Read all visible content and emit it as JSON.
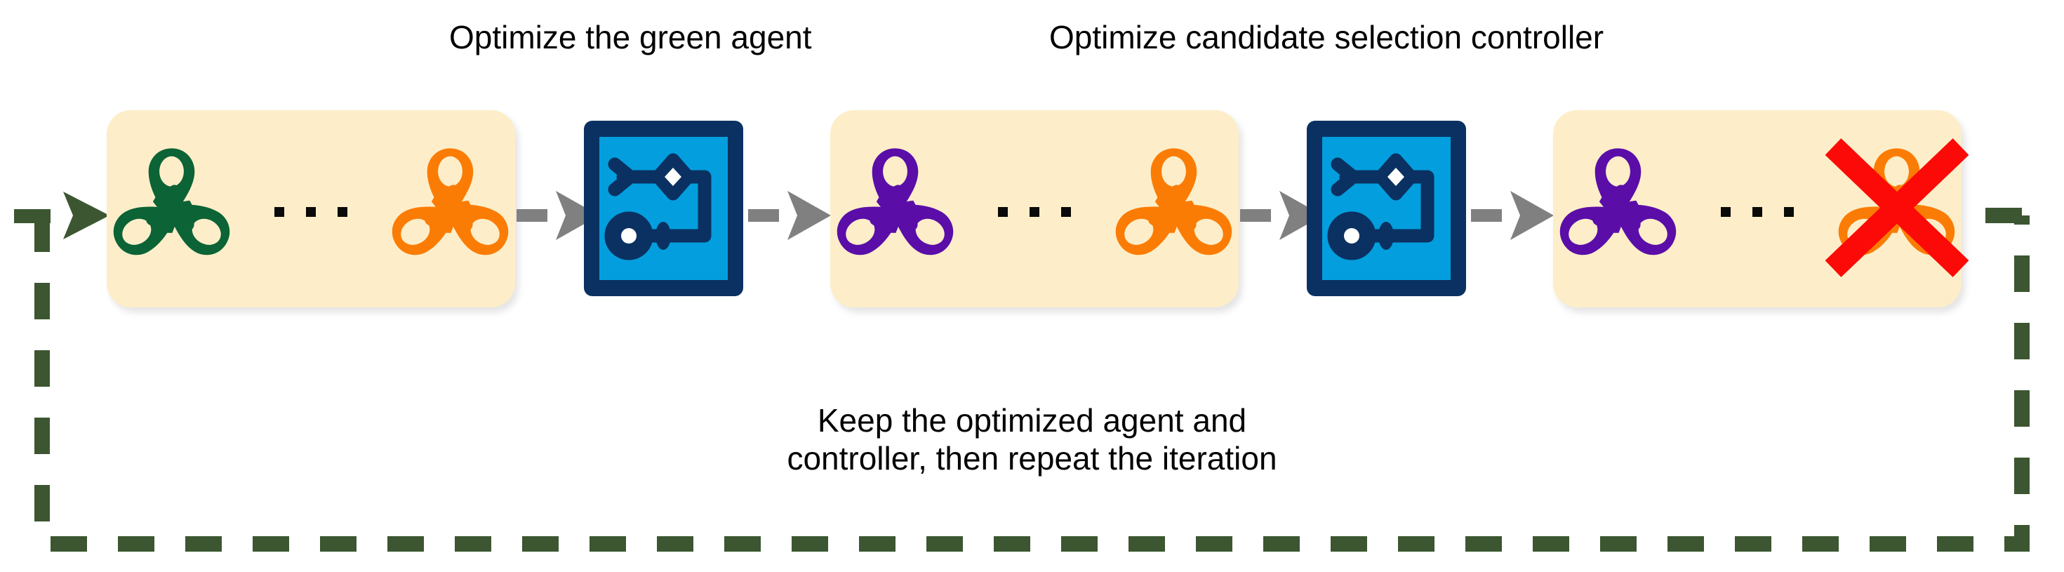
{
  "diagram": {
    "title_top_left": "Optimize the green agent",
    "title_top_right": "Optimize candidate selection controller",
    "loop_caption_line1": "Keep the optimized agent and",
    "loop_caption_line2": "controller, then repeat the iteration",
    "ellipsis": "..."
  },
  "colors": {
    "card_background": "#FDEEC9",
    "agent_green": "#0B6336",
    "agent_orange": "#FB7C05",
    "agent_purple": "#5B0DA8",
    "controller_border": "#0A3161",
    "controller_fill": "#039EDE",
    "arrow_gray": "#808080",
    "loop_green": "#3C5631",
    "cross_red": "#FC0A07",
    "text": "#000000"
  },
  "stages": [
    {
      "id": "stage-1",
      "kind": "agent-population",
      "name": "agent-group-1",
      "agents": [
        {
          "name": "agent-green",
          "color": "#0B6336",
          "crossed_out": false
        },
        {
          "name": "agent-orange",
          "color": "#FB7C05",
          "crossed_out": false
        }
      ]
    },
    {
      "id": "stage-2",
      "kind": "controller",
      "name": "candidate-selection-controller-1"
    },
    {
      "id": "stage-3",
      "kind": "agent-population",
      "name": "agent-group-2",
      "agents": [
        {
          "name": "agent-purple",
          "color": "#5B0DA8",
          "crossed_out": false
        },
        {
          "name": "agent-orange",
          "color": "#FB7C05",
          "crossed_out": false
        }
      ]
    },
    {
      "id": "stage-4",
      "kind": "controller",
      "name": "candidate-selection-controller-2"
    },
    {
      "id": "stage-5",
      "kind": "agent-population",
      "name": "agent-group-3",
      "agents": [
        {
          "name": "agent-purple",
          "color": "#5B0DA8",
          "crossed_out": false
        },
        {
          "name": "agent-orange-rejected",
          "color": "#FB7C05",
          "crossed_out": true
        }
      ]
    }
  ],
  "icons": {
    "agent": "triskelion-agent-icon",
    "controller": "flowchart-controller-icon",
    "reject": "red-cross-icon",
    "step_arrow": "right-arrow-icon",
    "entry_arrow": "green-right-arrow-icon",
    "loop": "dashed-feedback-loop"
  }
}
